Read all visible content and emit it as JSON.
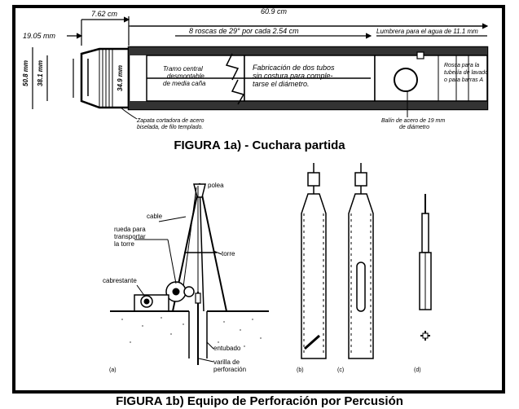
{
  "fig1a": {
    "dims": {
      "len_762": "7.62 cm",
      "len_609": "60.9 cm",
      "od_1905": "19.05 mm",
      "od_508": "50.8 mm",
      "id_381": "38.1 mm",
      "id_349": "34.9 mm",
      "threads": "8 roscas de 29° por cada 2.54 cm",
      "port": "Lumbrera para el agua de 11.1 mm"
    },
    "labels": {
      "center1": "Tramo central",
      "center2": "desmontable",
      "center3": "de media caña",
      "fab1": "Fabricación de dos tubos",
      "fab2": "sin costura para comple-",
      "fab3": "tarse el diámetro.",
      "thread1": "Rosca para la",
      "thread2": "tubería de lavado",
      "thread3": "o para barras A",
      "shoe1": "Zapata cortadora de acero",
      "shoe2": "biselada, de filo templado.",
      "ball1": "Balín de acero de 19 mm",
      "ball2": "de diámetro"
    },
    "caption": "FIGURA 1a)  -  Cuchara partida"
  },
  "fig1b": {
    "labels": {
      "polea": "polea",
      "cable": "cable",
      "rueda1": "rueda para",
      "rueda2": "transportar",
      "rueda3": "la torre",
      "torre": "torre",
      "cabrestante": "cabrestante",
      "entubado": "entubado",
      "varilla1": "varilla de",
      "varilla2": "perforación",
      "a": "(a)",
      "b": "(b)",
      "c": "(c)",
      "d": "(d)"
    },
    "caption": "FIGURA 1b) Equipo de Perforación por Percusión"
  }
}
